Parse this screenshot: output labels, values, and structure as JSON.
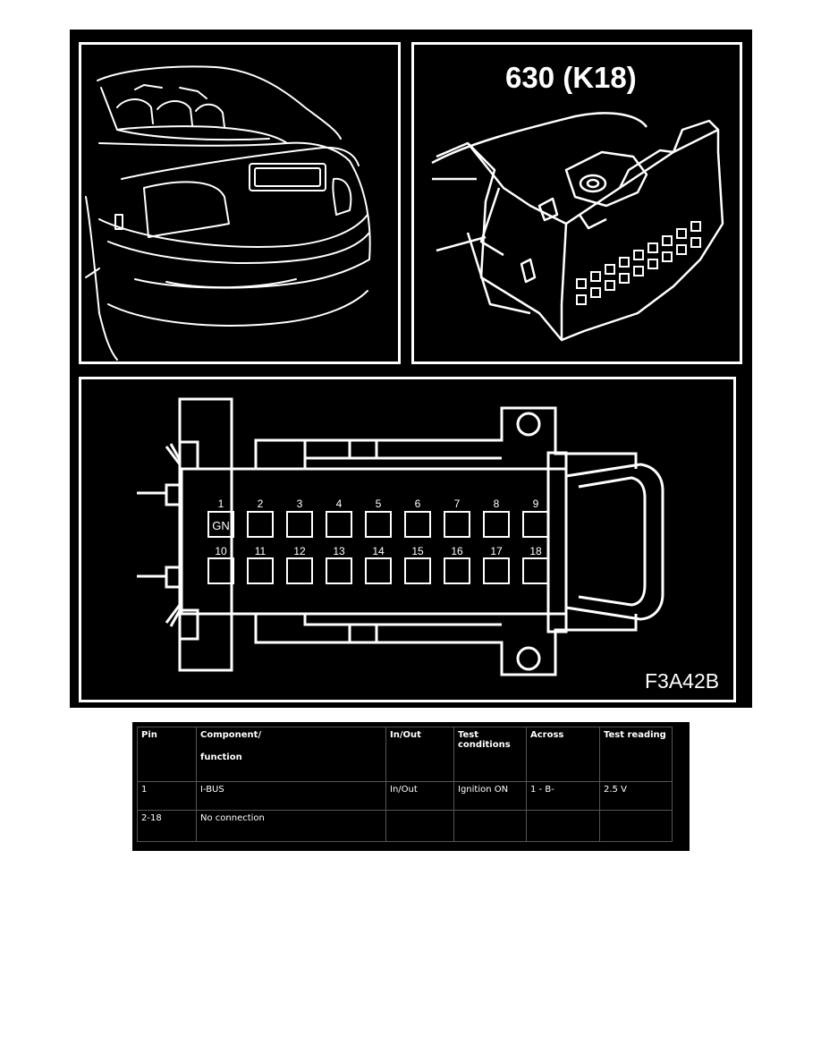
{
  "figure": {
    "connector_code": "630 (K18)",
    "figure_code": "F3A42B",
    "pins": {
      "row1": [
        "1",
        "2",
        "3",
        "4",
        "5",
        "6",
        "7",
        "8",
        "9"
      ],
      "row2": [
        "10",
        "11",
        "12",
        "13",
        "14",
        "15",
        "16",
        "17",
        "18"
      ],
      "pin1_wire_color": "GN"
    },
    "colors": {
      "background": "#000000",
      "lines": "#ffffff"
    }
  },
  "table": {
    "headers": {
      "pin": "Pin",
      "component": "Component/",
      "function": "function",
      "inout": "In/Out",
      "test_conditions": "Test conditions",
      "across": "Across",
      "test_reading": "Test reading"
    },
    "rows": [
      {
        "pin": "1",
        "component": "I-BUS",
        "inout": "In/Out",
        "test_conditions": "Ignition ON",
        "across": "1 - B-",
        "test_reading": "2.5 V"
      },
      {
        "pin": "2-18",
        "component": "No connection",
        "inout": "",
        "test_conditions": "",
        "across": "",
        "test_reading": ""
      }
    ]
  }
}
